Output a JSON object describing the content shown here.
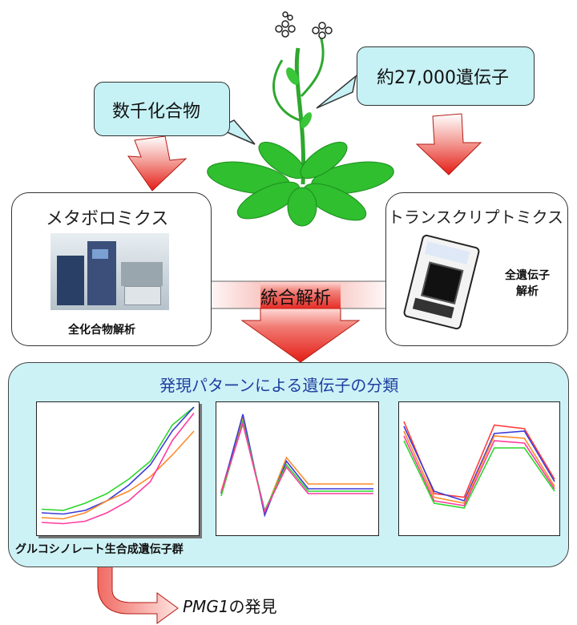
{
  "bubbles": {
    "compounds": "数千化合物",
    "genes": "約27,000遺伝子"
  },
  "boxes": {
    "metabolomics": {
      "title": "メタボロミクス",
      "caption": "全化合物解析"
    },
    "transcriptomics": {
      "title": "トランスクリプトミクス",
      "caption_line1": "全遺伝子",
      "caption_line2": "解析"
    }
  },
  "integration_label": "統合解析",
  "panel": {
    "title": "発現パターンによる遺伝子の分類",
    "cluster_label": "グルコシノレート生合成遺伝子群"
  },
  "discovery": {
    "gene": "PMG1",
    "suffix": "の発見"
  },
  "colors": {
    "bubble_fill": "#c6f1f5",
    "panel_fill": "#cdf2f6",
    "arrow_red": "#e8241e",
    "title_blue": "#1f3fa0",
    "plant_green": "#2fbf2f"
  },
  "chart_data": [
    {
      "type": "line",
      "x": [
        1,
        2,
        3,
        4,
        5,
        6,
        7,
        8
      ],
      "ylim": [
        0,
        100
      ],
      "series": [
        {
          "color": "#2bd62b",
          "values": [
            15,
            14,
            20,
            28,
            40,
            55,
            85,
            100
          ]
        },
        {
          "color": "#3b3bd6",
          "values": [
            12,
            11,
            14,
            22,
            35,
            52,
            80,
            100
          ]
        },
        {
          "color": "#ff8a2a",
          "values": [
            8,
            7,
            12,
            22,
            30,
            42,
            60,
            80
          ]
        },
        {
          "color": "#ff3ca0",
          "values": [
            4,
            3,
            5,
            12,
            22,
            38,
            72,
            95
          ]
        }
      ]
    },
    {
      "type": "line",
      "x": [
        1,
        2,
        3,
        4,
        5,
        6,
        7,
        8
      ],
      "ylim": [
        0,
        100
      ],
      "series": [
        {
          "color": "#ff8a2a",
          "values": [
            30,
            90,
            12,
            58,
            36,
            36,
            36,
            36
          ]
        },
        {
          "color": "#3b3bd6",
          "values": [
            28,
            94,
            10,
            55,
            32,
            32,
            32,
            32
          ]
        },
        {
          "color": "#2bd62b",
          "values": [
            26,
            88,
            14,
            52,
            30,
            30,
            30,
            30
          ]
        },
        {
          "color": "#ff3ca0",
          "values": [
            29,
            86,
            13,
            50,
            28,
            28,
            28,
            28
          ]
        }
      ]
    },
    {
      "type": "line",
      "x": [
        1,
        2,
        3,
        4,
        5,
        6
      ],
      "ylim": [
        0,
        100
      ],
      "series": [
        {
          "color": "#ff3c3c",
          "values": [
            88,
            28,
            25,
            85,
            82,
            40
          ]
        },
        {
          "color": "#3b3bd6",
          "values": [
            84,
            30,
            22,
            78,
            80,
            38
          ]
        },
        {
          "color": "#ff8a2a",
          "values": [
            80,
            25,
            20,
            76,
            74,
            34
          ]
        },
        {
          "color": "#ff3ca0",
          "values": [
            76,
            22,
            18,
            72,
            70,
            32
          ]
        },
        {
          "color": "#2bd62b",
          "values": [
            72,
            20,
            16,
            66,
            66,
            30
          ]
        }
      ]
    }
  ]
}
